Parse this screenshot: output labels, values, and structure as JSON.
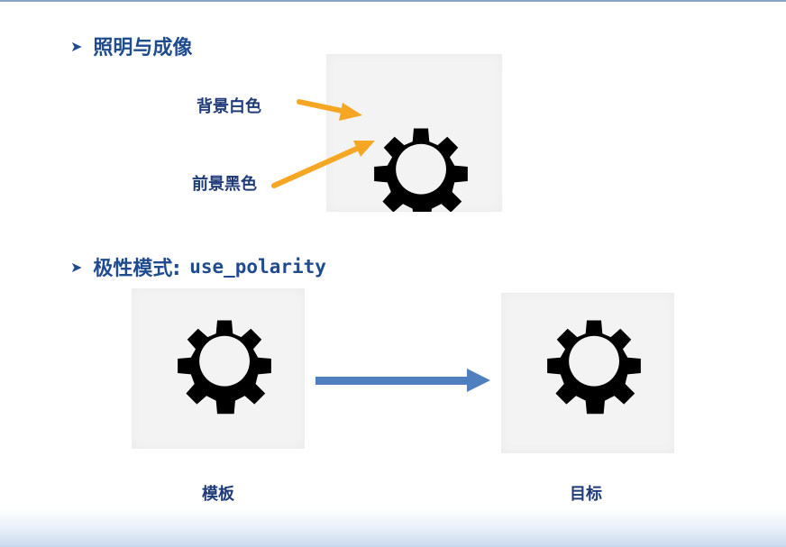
{
  "section1": {
    "bullet_icon": "arrowhead-bullet",
    "title": "照明与成像",
    "label_background": "背景白色",
    "label_foreground": "前景黑色"
  },
  "section2": {
    "bullet_icon": "arrowhead-bullet",
    "title_prefix": "极性模式:",
    "title_code": "use_polarity",
    "template_label": "模板",
    "target_label": "目标"
  },
  "colors": {
    "heading": "#1f4b8f",
    "label": "#1f3b78",
    "callout_arrow": "#f5a623",
    "flow_arrow": "#4f7fbf",
    "gear": "#000000",
    "image_background": "#f3f3f3"
  }
}
